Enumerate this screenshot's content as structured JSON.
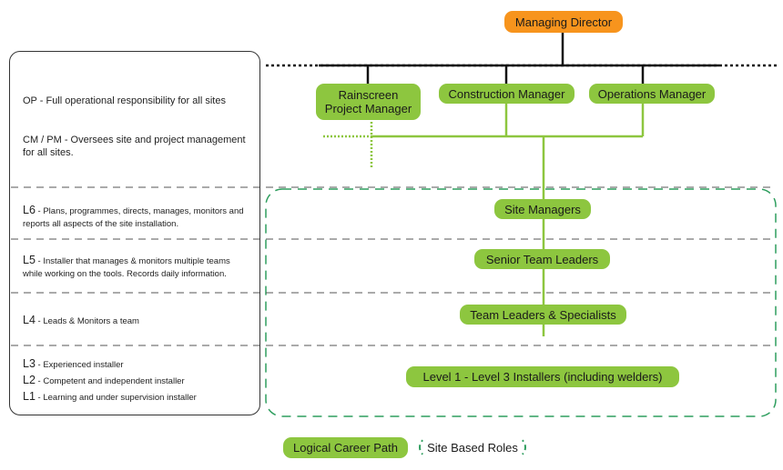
{
  "top": {
    "managing_director": "Managing Director"
  },
  "managers": {
    "rainscreen_line1": "Rainscreen",
    "rainscreen_line2": "Project Manager",
    "construction": "Construction Manager",
    "operations": "Operations Manager"
  },
  "site_roles": {
    "site_managers": "Site Managers",
    "senior_team_leaders": "Senior Team Leaders",
    "team_leaders": "Team Leaders & Specialists",
    "installers": "Level 1 -  Level 3 Installers (including welders)"
  },
  "key": {
    "op": "OP - Full operational responsibility for all sites",
    "cm_line1": "CM / PM  - Oversees site and project management",
    "cm_line2": "for all sites.",
    "l6_code": "L6",
    "l6_line1": " - Plans, programmes, directs, manages, monitors and",
    "l6_line2": "reports all aspects of the site installation.",
    "l5_code": "L5",
    "l5_line1": " - Installer that manages & monitors multiple teams",
    "l5_line2": "while working on the tools.  Records daily information.",
    "l4_code": "L4",
    "l4_text": " - Leads & Monitors a team",
    "l3_code": "L3",
    "l3_text": " - Experienced installer",
    "l2_code": "L2",
    "l2_text": " - Competent and independent installer",
    "l1_code": "L1",
    "l1_text": " - Learning and under supervision installer"
  },
  "legend": {
    "career_path": "Logical Career Path",
    "site_based": "Site Based Roles"
  },
  "colors": {
    "green": "#8dc63f",
    "orange": "#f7941d",
    "dash_green": "#2e9e5e",
    "line_dark": "#111111"
  }
}
